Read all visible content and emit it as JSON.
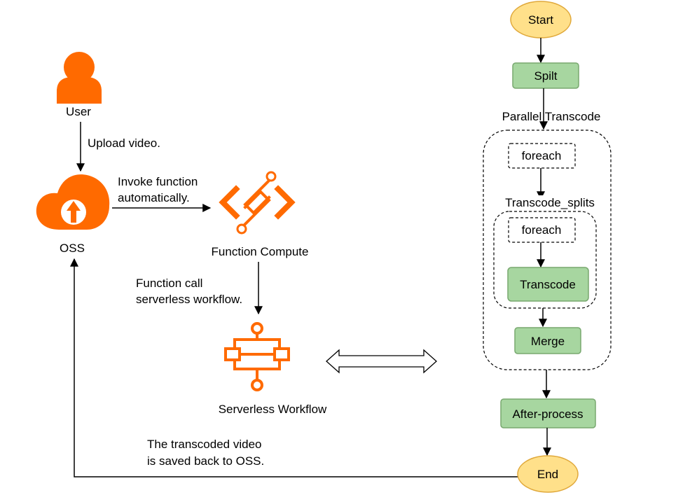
{
  "colors": {
    "orange": "#ff6a00",
    "terminal_fill": "#ffe08a",
    "terminal_stroke": "#e0a83a",
    "process_fill": "#a7d6a0",
    "process_stroke": "#78a86f",
    "line": "#000000"
  },
  "left": {
    "user_label": "User",
    "upload_label": "Upload video.",
    "oss_label": "OSS",
    "invoke_line1": "Invoke function",
    "invoke_line2": "automatically.",
    "fc_label": "Function Compute",
    "call_line1": "Function call",
    "call_line2": "serverless workflow.",
    "sw_label": "Serverless Workflow",
    "saved_line1": "The transcoded video",
    "saved_line2": "is saved back to OSS."
  },
  "flow": {
    "start": "Start",
    "split": "Spilt",
    "parallel_label": "Parallel Transcode",
    "foreach_outer": "foreach",
    "transcode_splits_label": "Transcode_splits",
    "foreach_inner": "foreach",
    "transcode": "Transcode",
    "merge": "Merge",
    "after_process": "After-process",
    "end": "End"
  },
  "icons": {
    "user": "user-icon",
    "oss": "cloud-upload-icon",
    "function_compute": "function-compute-icon",
    "serverless_workflow": "workflow-icon",
    "bidirectional": "double-arrow-icon"
  }
}
